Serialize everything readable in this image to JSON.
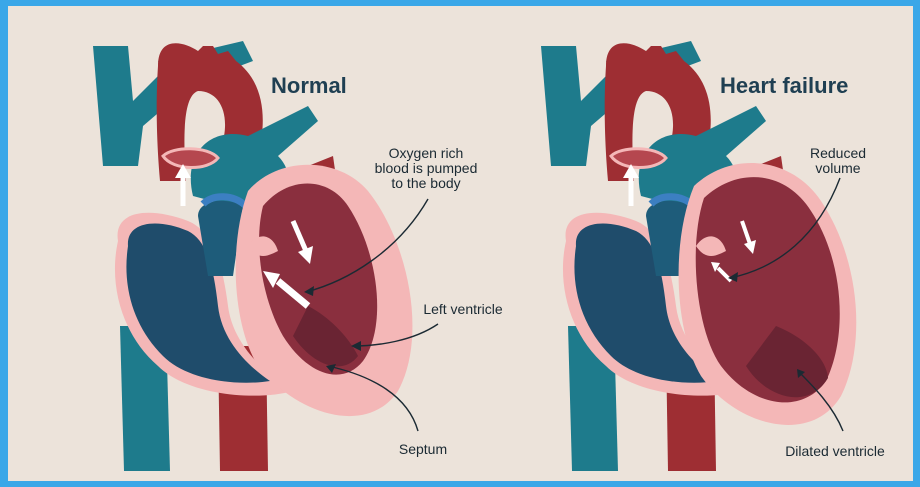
{
  "panels": {
    "normal": {
      "title": "Normal",
      "labels": {
        "oxygen": "Oxygen rich\nblood is pumped\nto the body",
        "left_ventricle": "Left ventricle",
        "septum": "Septum"
      }
    },
    "failure": {
      "title": "Heart failure",
      "labels": {
        "reduced_volume": "Reduced\nvolume",
        "dilated_ventricle": "Dilated ventricle"
      }
    }
  },
  "colors": {
    "page_border": "#3aa7e8",
    "background": "#ece3da",
    "vein_blue": "#1e7b8c",
    "vein_light": "#3a95a4",
    "artery_red": "#9e2e33",
    "wall_pink": "#f4b7b7",
    "chamber_red": "#8a2f3e",
    "chamber_dark": "#6a2433",
    "chamber_blue": "#1f4c6b",
    "valve_blue": "#3c7fc2",
    "text_dark": "#1f3f52"
  }
}
